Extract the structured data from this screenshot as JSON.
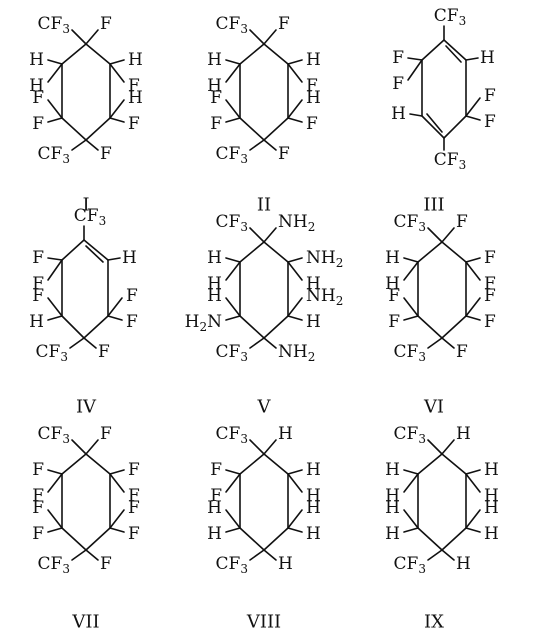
{
  "figure": {
    "structures": [
      {
        "id": "I",
        "label": "I",
        "ring": "cyclohexane",
        "top_left": "CF3",
        "top_right": "F",
        "upper_left": [
          "H",
          "H"
        ],
        "upper_right": [
          "H",
          "F"
        ],
        "lower_left": [
          "F",
          "F"
        ],
        "lower_right": [
          "H",
          "F"
        ],
        "bottom_left": "CF3",
        "bottom_right": "F"
      },
      {
        "id": "II",
        "label": "II",
        "ring": "cyclohexane",
        "top_left": "CF3",
        "top_right": "F",
        "upper_left": [
          "H",
          "H"
        ],
        "upper_right": [
          "H",
          "F"
        ],
        "lower_left": [
          "F",
          "F"
        ],
        "lower_right": [
          "H",
          "F"
        ],
        "bottom_left": "CF3",
        "bottom_right": "F"
      },
      {
        "id": "III",
        "label": "III",
        "ring": "cyclohexadiene",
        "top": "CF3",
        "top_right_h": "H",
        "left_top": [
          "F",
          "F"
        ],
        "left_bottom_h": "H",
        "right_bottom": [
          "F",
          "F"
        ],
        "bottom": "CF3"
      },
      {
        "id": "IV",
        "label": "IV",
        "ring": "cyclohexene",
        "top": "CF3",
        "top_right_h": "H",
        "upper_left": [
          "F",
          "F"
        ],
        "lower_left": [
          "F",
          "H"
        ],
        "lower_right": [
          "F",
          "F"
        ],
        "bottom_left": "CF3",
        "bottom_right": "F"
      },
      {
        "id": "V",
        "label": "V",
        "ring": "cyclohexane",
        "top_left": "CF3",
        "top_right": "NH2",
        "upper_left": [
          "H",
          "H"
        ],
        "upper_right": [
          "NH2",
          "H"
        ],
        "lower_left": [
          "H",
          "H2N"
        ],
        "lower_right": [
          "NH2",
          "H"
        ],
        "bottom_left": "CF3",
        "bottom_right": "NH2"
      },
      {
        "id": "VI",
        "label": "VI",
        "ring": "cyclohexane",
        "top_left": "CF3",
        "top_right": "F",
        "upper_left": [
          "H",
          "H"
        ],
        "upper_right": [
          "F",
          "F"
        ],
        "lower_left": [
          "F",
          "F"
        ],
        "lower_right": [
          "F",
          "F"
        ],
        "bottom_left": "CF3",
        "bottom_right": "F"
      },
      {
        "id": "VII",
        "label": "VII",
        "ring": "cyclohexane",
        "top_left": "CF3",
        "top_right": "F",
        "upper_left": [
          "F",
          "F"
        ],
        "upper_right": [
          "F",
          "F"
        ],
        "lower_left": [
          "F",
          "F"
        ],
        "lower_right": [
          "F",
          "F"
        ],
        "bottom_left": "CF3",
        "bottom_right": "F"
      },
      {
        "id": "VIII",
        "label": "VIII",
        "ring": "cyclohexane",
        "top_left": "CF3",
        "top_right": "H",
        "upper_left": [
          "F",
          "F"
        ],
        "upper_right": [
          "H",
          "H"
        ],
        "lower_left": [
          "H",
          "H"
        ],
        "lower_right": [
          "H",
          "H"
        ],
        "bottom_left": "CF3",
        "bottom_right": "H"
      },
      {
        "id": "IX",
        "label": "IX",
        "ring": "cyclohexane",
        "top_left": "CF3",
        "top_right": "H",
        "upper_left": [
          "H",
          "H"
        ],
        "upper_right": [
          "H",
          "H"
        ],
        "lower_left": [
          "H",
          "H"
        ],
        "lower_right": [
          "H",
          "H"
        ],
        "bottom_left": "CF3",
        "bottom_right": "H"
      }
    ]
  }
}
